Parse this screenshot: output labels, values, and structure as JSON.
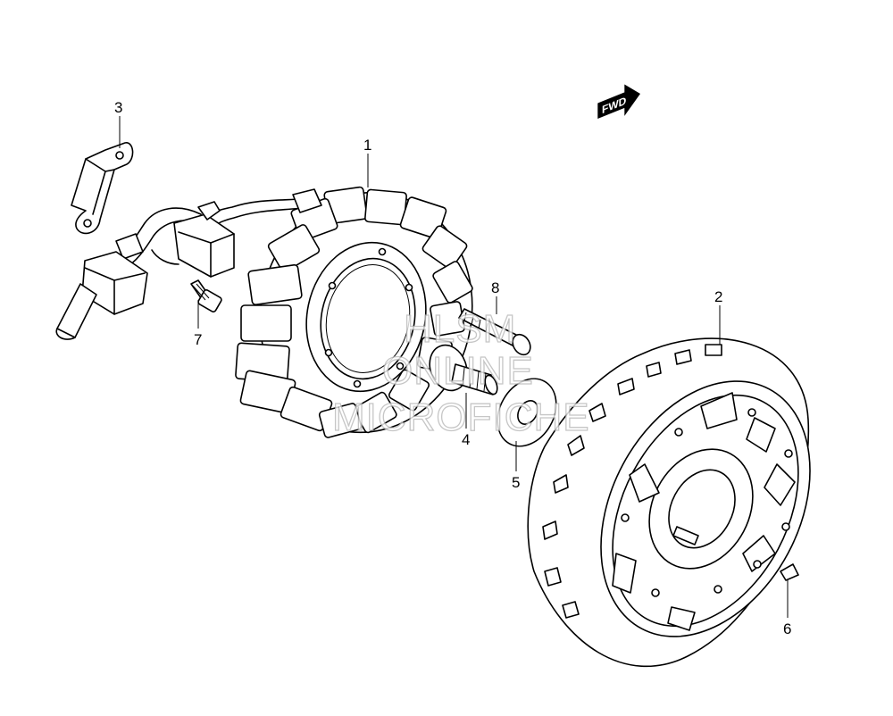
{
  "diagram": {
    "callouts": [
      {
        "id": "callout-1",
        "label": "1"
      },
      {
        "id": "callout-2",
        "label": "2"
      },
      {
        "id": "callout-3",
        "label": "3"
      },
      {
        "id": "callout-4",
        "label": "4"
      },
      {
        "id": "callout-5",
        "label": "5"
      },
      {
        "id": "callout-6",
        "label": "6"
      },
      {
        "id": "callout-7",
        "label": "7"
      },
      {
        "id": "callout-8",
        "label": "8"
      }
    ],
    "direction_badge": "FWD",
    "watermark": {
      "line1": "HLSM",
      "line2": "ONLINE",
      "line3": "MICROFICHE"
    }
  }
}
